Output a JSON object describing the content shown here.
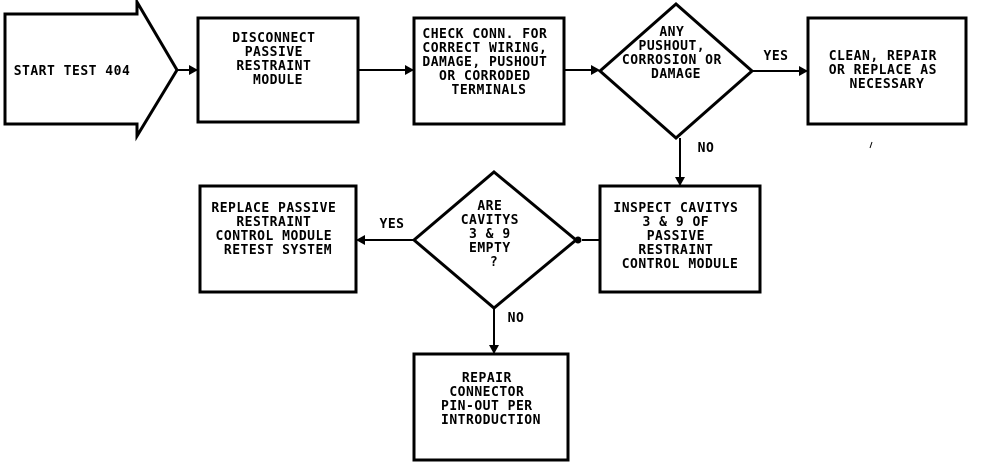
{
  "start": {
    "lines": [
      "START TEST 404"
    ]
  },
  "step1": {
    "lines": [
      "DISCONNECT",
      "PASSIVE",
      "RESTRAINT",
      "MODULE"
    ]
  },
  "step2": {
    "lines": [
      "CHECK CONN. FOR",
      "CORRECT WIRING,",
      "DAMAGE, PUSHOUT",
      "OR CORRODED",
      "TERMINALS"
    ]
  },
  "decision1": {
    "lines": [
      "ANY",
      "PUSHOUT,",
      "CORROSION OR",
      "DAMAGE"
    ]
  },
  "yes_label_1": "YES",
  "step3": {
    "lines": [
      "CLEAN, REPAIR",
      "OR REPLACE AS",
      "NECESSARY"
    ]
  },
  "no_label_1": "NO",
  "step4": {
    "lines": [
      "INSPECT CAVITYS",
      "3 & 9 OF",
      "PASSIVE",
      "RESTRAINT",
      "CONTROL MODULE"
    ]
  },
  "decision2": {
    "lines": [
      "ARE",
      "CAVITYS",
      "3 & 9",
      "EMPTY",
      "?"
    ]
  },
  "yes_label_2": "YES",
  "step5": {
    "lines": [
      "REPLACE PASSIVE",
      "RESTRAINT",
      "CONTROL MODULE",
      "RETEST SYSTEM"
    ]
  },
  "no_label_2": "NO",
  "step6": {
    "lines": [
      "REPAIR",
      "CONNECTOR",
      "PIN-OUT PER",
      "INTRODUCTION"
    ]
  }
}
